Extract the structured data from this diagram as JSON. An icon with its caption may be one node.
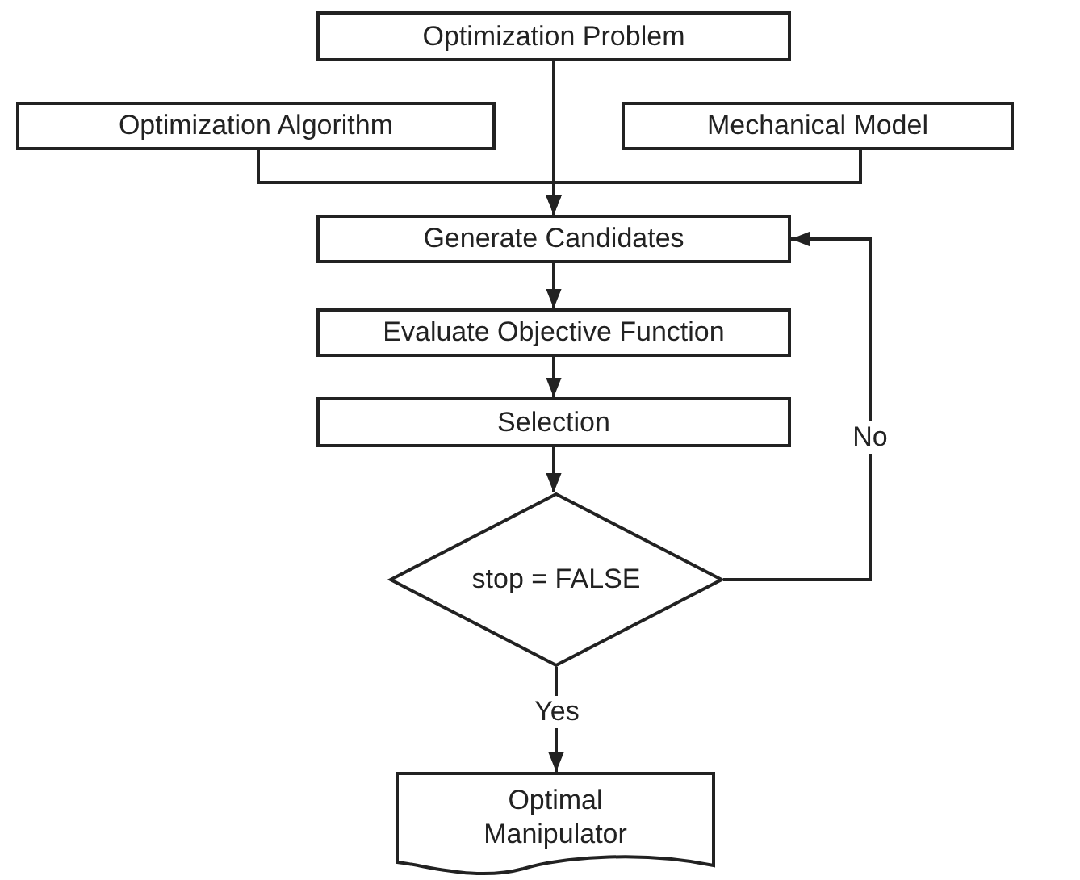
{
  "diagram": {
    "nodes": [
      {
        "text": [
          "Optimization Problem"
        ]
      },
      {
        "text": [
          "Optimization Algorithm"
        ]
      },
      {
        "text": [
          "Mechanical Model"
        ]
      },
      {
        "text": [
          "Generate Candidates"
        ]
      },
      {
        "text": [
          "Evaluate Objective Function"
        ]
      },
      {
        "text": [
          "Selection"
        ]
      },
      {
        "text": [
          "stop = FALSE"
        ]
      },
      {
        "text": [
          "Optimal Manipulator"
        ]
      }
    ],
    "edges": [
      {
        "from": 0,
        "to": 3,
        "arrow": "to"
      },
      {
        "from": 1,
        "to": 3,
        "arrow": "to"
      },
      {
        "from": 2,
        "to": 3,
        "arrow": "to"
      },
      {
        "from": 3,
        "to": 4,
        "arrow": "to"
      },
      {
        "from": 4,
        "to": 5,
        "arrow": "to"
      },
      {
        "from": 5,
        "to": 6,
        "arrow": "to"
      },
      {
        "from": 6,
        "to": 3,
        "label": "No",
        "arrow": "to"
      },
      {
        "from": 6,
        "to": 7,
        "label": "Yes",
        "arrow": "to"
      }
    ]
  }
}
